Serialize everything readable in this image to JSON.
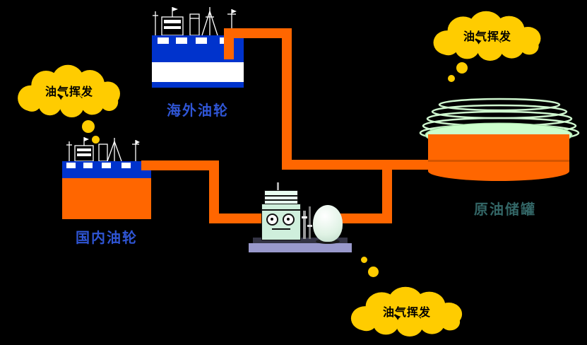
{
  "background_color": "#000000",
  "nodes": {
    "overseas_tanker": {
      "label": "海外油轮"
    },
    "domestic_tanker": {
      "label": "国内油轮"
    },
    "crude_oil_tank": {
      "label": "原油储罐"
    }
  },
  "callouts": {
    "left": {
      "text": "油气挥发"
    },
    "top_right": {
      "text": "油气挥发"
    },
    "bottom": {
      "text": "油气挥发"
    }
  },
  "colors": {
    "pipe": "#FF6600",
    "cloud": "#FFCC00",
    "ship_hull": "#0033CC",
    "tank_body": "#FF6600",
    "tank_roof": "#CCFFCC",
    "pump_base": "#9999CC",
    "ship_label": "#2F55D4",
    "tank_label": "#336666",
    "callout_text": "#000000"
  }
}
